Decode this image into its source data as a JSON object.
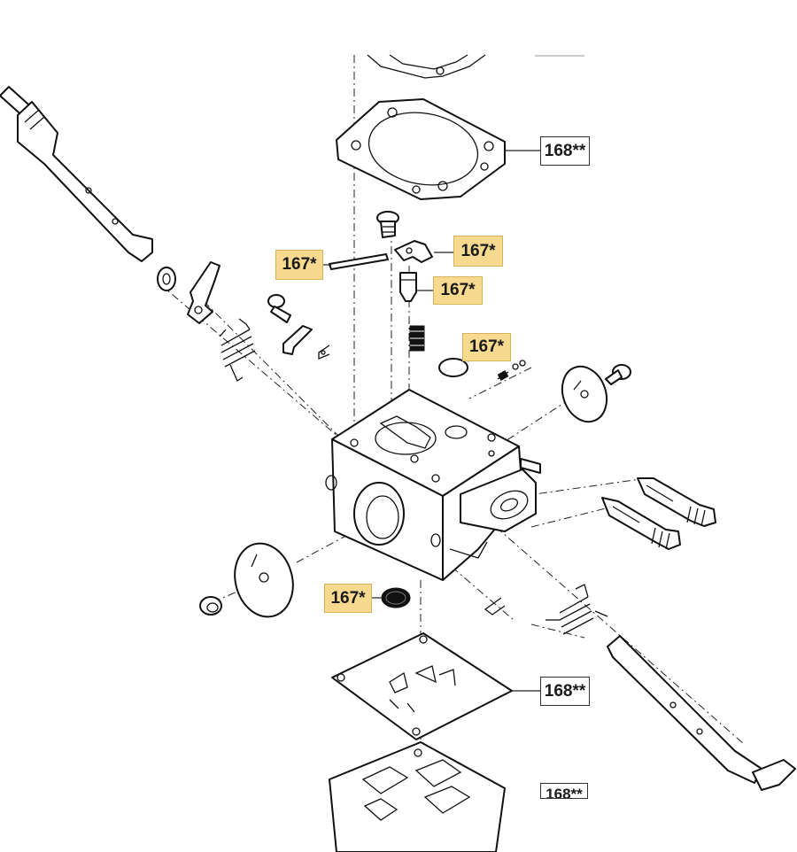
{
  "callouts": {
    "gasket_top": "168**",
    "gasket_bottom": "168**",
    "pin": "167*",
    "lever": "167*",
    "needle": "167*",
    "disc": "167*",
    "screen": "167*",
    "bottom_partial": "168**"
  },
  "colors": {
    "highlight": "#f7d98f",
    "line": "#111111"
  }
}
